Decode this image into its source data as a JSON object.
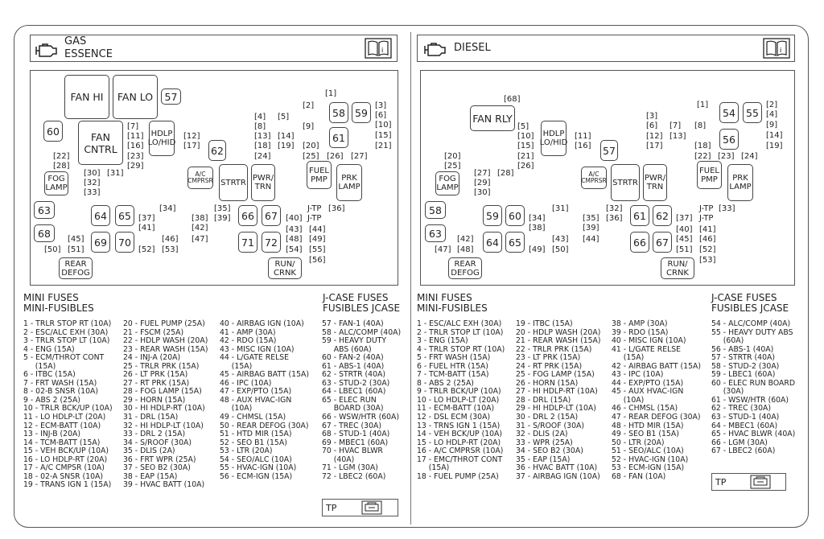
{
  "gas": {
    "title_line1": "GAS",
    "title_line2": "ESSENCE",
    "diagram": {
      "fan_hi": "FAN HI",
      "fan_lo": "FAN LO",
      "relay_57": "57",
      "relay_60": "60",
      "fan_cntrl": "FAN CNTRL",
      "hdlp_lo_hid": "HDLP LO/HID",
      "relay_62": "62",
      "ac_cmprsr": "A/C CMPRSR",
      "strtr": "STRTR",
      "pwr_trn": "PWR/ TRN",
      "fuel_pmp": "FUEL PMP",
      "prk_lamp": "PRK LAMP",
      "fog_lamp": "FOG LAMP",
      "relay_58": "58",
      "relay_59": "59",
      "relay_61": "61",
      "relay_63": "63",
      "relay_64": "64",
      "relay_65": "65",
      "relay_66": "66",
      "relay_67": "67",
      "relay_68": "68",
      "relay_69": "69",
      "relay_70": "70",
      "relay_71": "71",
      "relay_72": "72",
      "rear_defog": "REAR DEFOG",
      "run_crnk": "RUN/ CRNK",
      "fuses": [
        "[1]",
        "[2]",
        "[3]",
        "[4]",
        "[5]",
        "[6]",
        "[7]",
        "[8]",
        "[9]",
        "[10]",
        "[11]",
        "[12]",
        "[13]",
        "[14]",
        "[15]",
        "[16]",
        "[17]",
        "[18]",
        "[19]",
        "[20]",
        "[21]",
        "[22]",
        "[23]",
        "[24]",
        "[25]",
        "[26]",
        "[27]",
        "[28]",
        "[29]",
        "[30]",
        "[31]",
        "[32]",
        "[33]",
        "[34]",
        "[35]",
        "[36]",
        "[37]",
        "[38]",
        "[39]",
        "[40]",
        "[41]",
        "[42]",
        "[43]",
        "[44]",
        "[45]",
        "[46]",
        "[47]",
        "[48]",
        "[49]",
        "[50]",
        "[51]",
        "[52]",
        "[53]",
        "[54]",
        "[55]",
        "[56]"
      ],
      "jtp1": "J-TP",
      "jtp2": "J-TP"
    },
    "mini_title1": "MINI FUSES",
    "mini_title2": "MINI-FUSIBLES",
    "jcase_title1": "J-CASE FUSES",
    "jcase_title2": "FUSIBLES JCASE",
    "col1": "1 - TRLR STOP RT (10A)\n2 - ESC/ALC EXH (30A)\n3 - TRLR STOP LT (10A)\n4 - ENG (15A)\n5 - ECM/THROT CONT\n     (15A)\n6 - ITBC (15A)\n7 - FRT WASH (15A)\n8 - 02-B SNSR (10A)\n9 - ABS 2 (25A)\n10 - TRLR BCK/UP (10A)\n11 - LO HDLP-LT (20A)\n12 - ECM-BATT (10A)\n13 - INJ-B (20A)\n14 - TCM-BATT (15A)\n15 - VEH BCK/UP (10A)\n16 - LO HDLP-RT (20A)\n17 - A/C CMPSR (10A)\n18 - 02-A SNSR (10A)\n19 - TRANS IGN 1 (15A)",
    "col2": "20 - FUEL PUMP (25A)\n21 - FSCM (25A)\n22 - HDLP WASH (20A)\n23 - REAR WASH (15A)\n24 - INJ-A (20A)\n25 - TRLR PRK (15A)\n26 - LT PRK (15A)\n27 - RT PRK (15A)\n28 - FOG LAMP (15A)\n29 - HORN (15A)\n30 - HI HDLP-RT (10A)\n31 - DRL (15A)\n32 - HI HDLP-LT (10A)\n33 - DRL 2 (15A)\n34 - S/ROOF (30A)\n35 - DLIS (2A)\n36 - FRT WPR (25A)\n37 - SEO B2 (30A)\n38 - EAP (15A)\n39 - HVAC BATT (10A)",
    "col3": "40 - AIRBAG IGN (10A)\n41 - AMP (30A)\n42 - RDO (15A)\n43 - MISC IGN (10A)\n44 - L/GATE RELSE\n     (15A)\n45 - AIRBAG BATT (15A)\n46 - IPC (10A)\n47 - EXP/PTO (15A)\n48 - AUX HVAC-IGN\n     (10A)\n49 - CHMSL (15A)\n50 - REAR DEFOG (30A)\n51 - HTD MIR (15A)\n52 - SEO B1 (15A)\n53 - LTR (20A)\n54 - SEO/ALC (10A)\n55 - HVAC-IGN (10A)\n56 - ECM-IGN (15A)",
    "col4": "57 - FAN-1 (40A)\n58 - ALC/COMP (40A)\n59 - HEAVY DUTY\n     ABS (60A)\n60 - FAN-2 (40A)\n61 - ABS-1 (40A)\n62 - STRTR (40A)\n63 - STUD-2 (30A)\n64 - LBEC1 (60A)\n65 - ELEC RUN\n     BOARD (30A)\n66 - WSW/HTR (60A)\n67 - TREC (30A)\n68 - STUD-1 (40A)\n69 - MBEC1 (60A)\n70 - HVAC BLWR\n     (40A)\n71 - LGM (30A)\n72 - LBEC2 (60A)",
    "tp": "TP"
  },
  "diesel": {
    "title": "DIESEL",
    "diagram": {
      "relay_68": "[68]",
      "fan_rly": "FAN RLY",
      "hdlp_lo_hid": "HDLP LO/HID",
      "relay_57": "57",
      "ac_cmprsr": "A/C CMPRSR",
      "strtr": "STRTR",
      "pwr_trn": "PWR/ TRN",
      "fuel_pmp": "FUEL PMP",
      "prk_lamp": "PRK LAMP",
      "fog_lamp": "FOG LAMP",
      "relay_54": "54",
      "relay_55": "55",
      "relay_56": "56",
      "relay_58": "58",
      "relay_59": "59",
      "relay_60": "60",
      "relay_61": "61",
      "relay_62": "62",
      "relay_63": "63",
      "relay_64": "64",
      "relay_65": "65",
      "relay_66": "66",
      "relay_67": "67",
      "rear_defog": "REAR DEFOG",
      "run_crnk": "RUN/ CRNK",
      "fuses": [
        "[1]",
        "[2]",
        "[3]",
        "[4]",
        "[5]",
        "[6]",
        "[7]",
        "[8]",
        "[9]",
        "[10]",
        "[11]",
        "[12]",
        "[13]",
        "[14]",
        "[15]",
        "[16]",
        "[17]",
        "[18]",
        "[19]",
        "[20]",
        "[21]",
        "[22]",
        "[23]",
        "[24]",
        "[25]",
        "[26]",
        "[27]",
        "[28]",
        "[29]",
        "[30]",
        "[31]",
        "[32]",
        "[33]",
        "[34]",
        "[35]",
        "[36]",
        "[37]",
        "[38]",
        "[39]",
        "[40]",
        "[41]",
        "[42]",
        "[43]",
        "[44]",
        "[45]",
        "[46]",
        "[47]",
        "[48]",
        "[49]",
        "[50]",
        "[51]",
        "[52]",
        "[53]"
      ],
      "jtp1": "J-TP",
      "jtp2": "J-TP"
    },
    "mini_title1": "MINI FUSES",
    "mini_title2": "MINI-FUSIBLES",
    "jcase_title1": "J-CASE FUSES",
    "jcase_title2": "FUSIBLES JCASE",
    "col1": "1 - ESC/ALC EXH (30A)\n2 - TRLR STOP LT (10A)\n3 - ENG (15A)\n4 - TRLR STOP RT (10A)\n5 - FRT WASH (15A)\n6 - FUEL HTR (15A)\n7 - TCM-BATT (15A)\n8 - ABS 2 (25A)\n9 - TRLR BCK/UP (10A)\n10 - LO HDLP-LT (20A)\n11 - ECM-BATT (10A)\n12 - DSL ECM (30A)\n13 - TRNS IGN 1 (15A)\n14 - VEH BCK/UP (10A)\n15 - LO HDLP-RT (20A)\n16 - A/C CMPRSR (10A)\n17 - EMC/THROT CONT\n     (15A)\n18 - FUEL PUMP (25A)",
    "col2": "19 - ITBC (15A)\n20 - HDLP WASH (20A)\n21 - REAR WASH (15A)\n22 - TRLR PRK (15A)\n23 - LT PRK (15A)\n24 - RT PRK (15A)\n25 - FOG LAMP (15A)\n26 - HORN (15A)\n27 - HI HDLP-RT (10A)\n28 - DRL (15A)\n29 - HI HDLP-LT (10A)\n30 - DRL 2 (15A)\n31 - S/ROOF (30A)\n32 - DLIS (2A)\n33 - WPR (25A)\n34 - SEO B2 (30A)\n35 - EAP (15A)\n36 - HVAC BATT (10A)\n37 - AIRBAG IGN (10A)",
    "col3": "38 - AMP (30A)\n39 - RDO (15A)\n40 - MISC IGN (10A)\n41 - L/GATE RELSE\n     (15A)\n42 - AIRBAG BATT (15A)\n43 - IPC (10A)\n44 - EXP/PTO (15A)\n45 - AUX HVAC-IGN\n     (10A)\n46 - CHMSL (15A)\n47 - REAR DEFOG (30A)\n48 - HTD MIR (15A)\n49 - SEO B1 (15A)\n50 - LTR (20A)\n51 - SEO/ALC (10A)\n52 - HVAC-IGN (10A)\n53 - ECM-IGN (15A)\n68 - FAN (10A)",
    "col4": "54 - ALC/COMP (40A)\n55 - HEAVY DUTY ABS\n     (60A)\n56 - ABS-1 (40A)\n57 - STRTR (40A)\n58 - STUD-2 (30A)\n59 - LBEC1 (60A)\n60 - ELEC RUN BOARD\n     (30A)\n61 - WSW/HTR (60A)\n62 - TREC (30A)\n63 - STUD-1 (40A)\n64 - MBEC1 (60A)\n65 - HVAC BLWR (40A)\n66 - LGM (30A)\n67 - LBEC2 (60A)",
    "tp": "TP"
  }
}
